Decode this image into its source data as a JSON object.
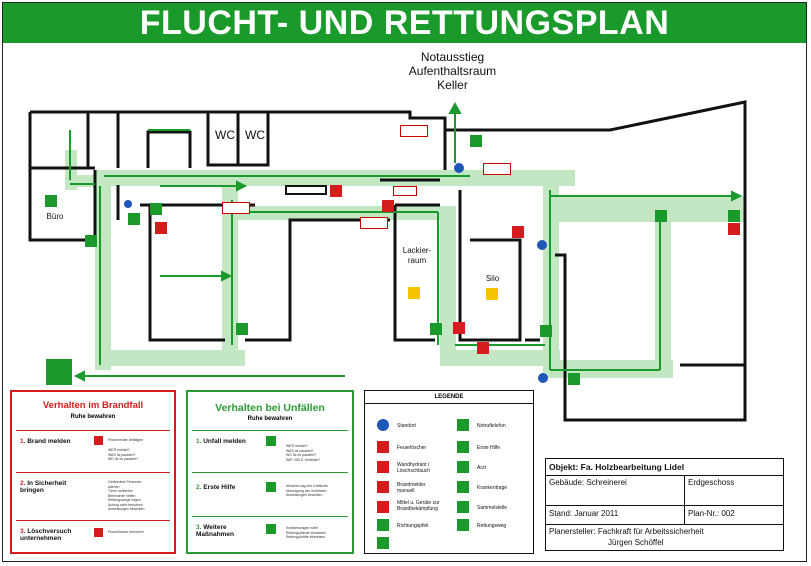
{
  "title": "FLUCHT- UND RETTUNGSPLAN",
  "floorplan": {
    "exit_note": [
      "Notausstieg",
      "Aufenthaltsraum",
      "Keller"
    ],
    "rooms": {
      "wc1": "WC",
      "wc2": "WC",
      "buero": "Büro",
      "lackier": [
        "Lackier-",
        "raum"
      ],
      "silo": "Silo"
    }
  },
  "brandfall": {
    "title": "Verhalten im Brandfall",
    "subtitle": "Ruhe bewahren",
    "steps": [
      {
        "num": "1.",
        "label": "Brand melden",
        "note": "Feuermelder betätigen",
        "lines": [
          "WER meldet?",
          "WAS ist passiert?",
          "WO ist es passiert?"
        ]
      },
      {
        "num": "2.",
        "label": "In Sicherheit bringen",
        "lines": [
          "Gefährdete Personen",
          "warnen",
          "Türen schließen",
          "Behinderte helfen",
          "Rettungswege folgen",
          "Aufzug nicht benutzen",
          "Anweisungen beachten"
        ]
      },
      {
        "num": "3.",
        "label": "Löschversuch unternehmen",
        "note": "Feuerlöscher benutzen"
      }
    ]
  },
  "unfaelle": {
    "title": "Verhalten bei Unfällen",
    "subtitle": "Ruhe bewahren",
    "steps": [
      {
        "num": "1.",
        "label": "Unfall melden",
        "lines": [
          "WER meldet?",
          "WAS ist passiert?",
          "WO ist es passiert?",
          "WIE VIELE Verletzte?"
        ]
      },
      {
        "num": "2.",
        "label": "Erste Hilfe",
        "lines": [
          "Absicherung des Unfallorts",
          "Versorgung der Verletzten",
          "Anweisungen beachten"
        ]
      },
      {
        "num": "3.",
        "label": "Weitere Maßnahmen",
        "lines": [
          "Krankenwagen rufen",
          "Rettungsdienst einweisen",
          "Rettungskräfte einweisen"
        ]
      }
    ]
  },
  "legend": {
    "title": "LEGENDE",
    "left": [
      "Standort",
      "Feuerlöscher",
      "Wandhydrant / Löschschlauch",
      "Brandmelder manuell",
      "Mittel u. Geräte zur Brandbekämpfung",
      "Richtungspfeil",
      ""
    ],
    "right": [
      "Notruftelefon",
      "Erste Hilfe",
      "Arzt",
      "Krankentrage",
      "Sammelstelle",
      "Rettungsweg"
    ]
  },
  "info": {
    "objekt": "Objekt: Fa. Holzbearbeitung Lidel",
    "gebaeude": "Gebäude: Schreinerei",
    "geschoss": "Erdgeschoss",
    "stand": "Stand: Januar 2011",
    "plan_nr": "Plan-Nr.: 002",
    "planersteller": "Planersteller: Fachkraft für Arbeitssicherheit",
    "name": "Jürgen Schöffel"
  },
  "colors": {
    "escape_green": "#1a9a2a",
    "route_light_green": "#c3e6c3",
    "fire_red": "#d51b1b",
    "info_blue": "#1e57b8"
  }
}
